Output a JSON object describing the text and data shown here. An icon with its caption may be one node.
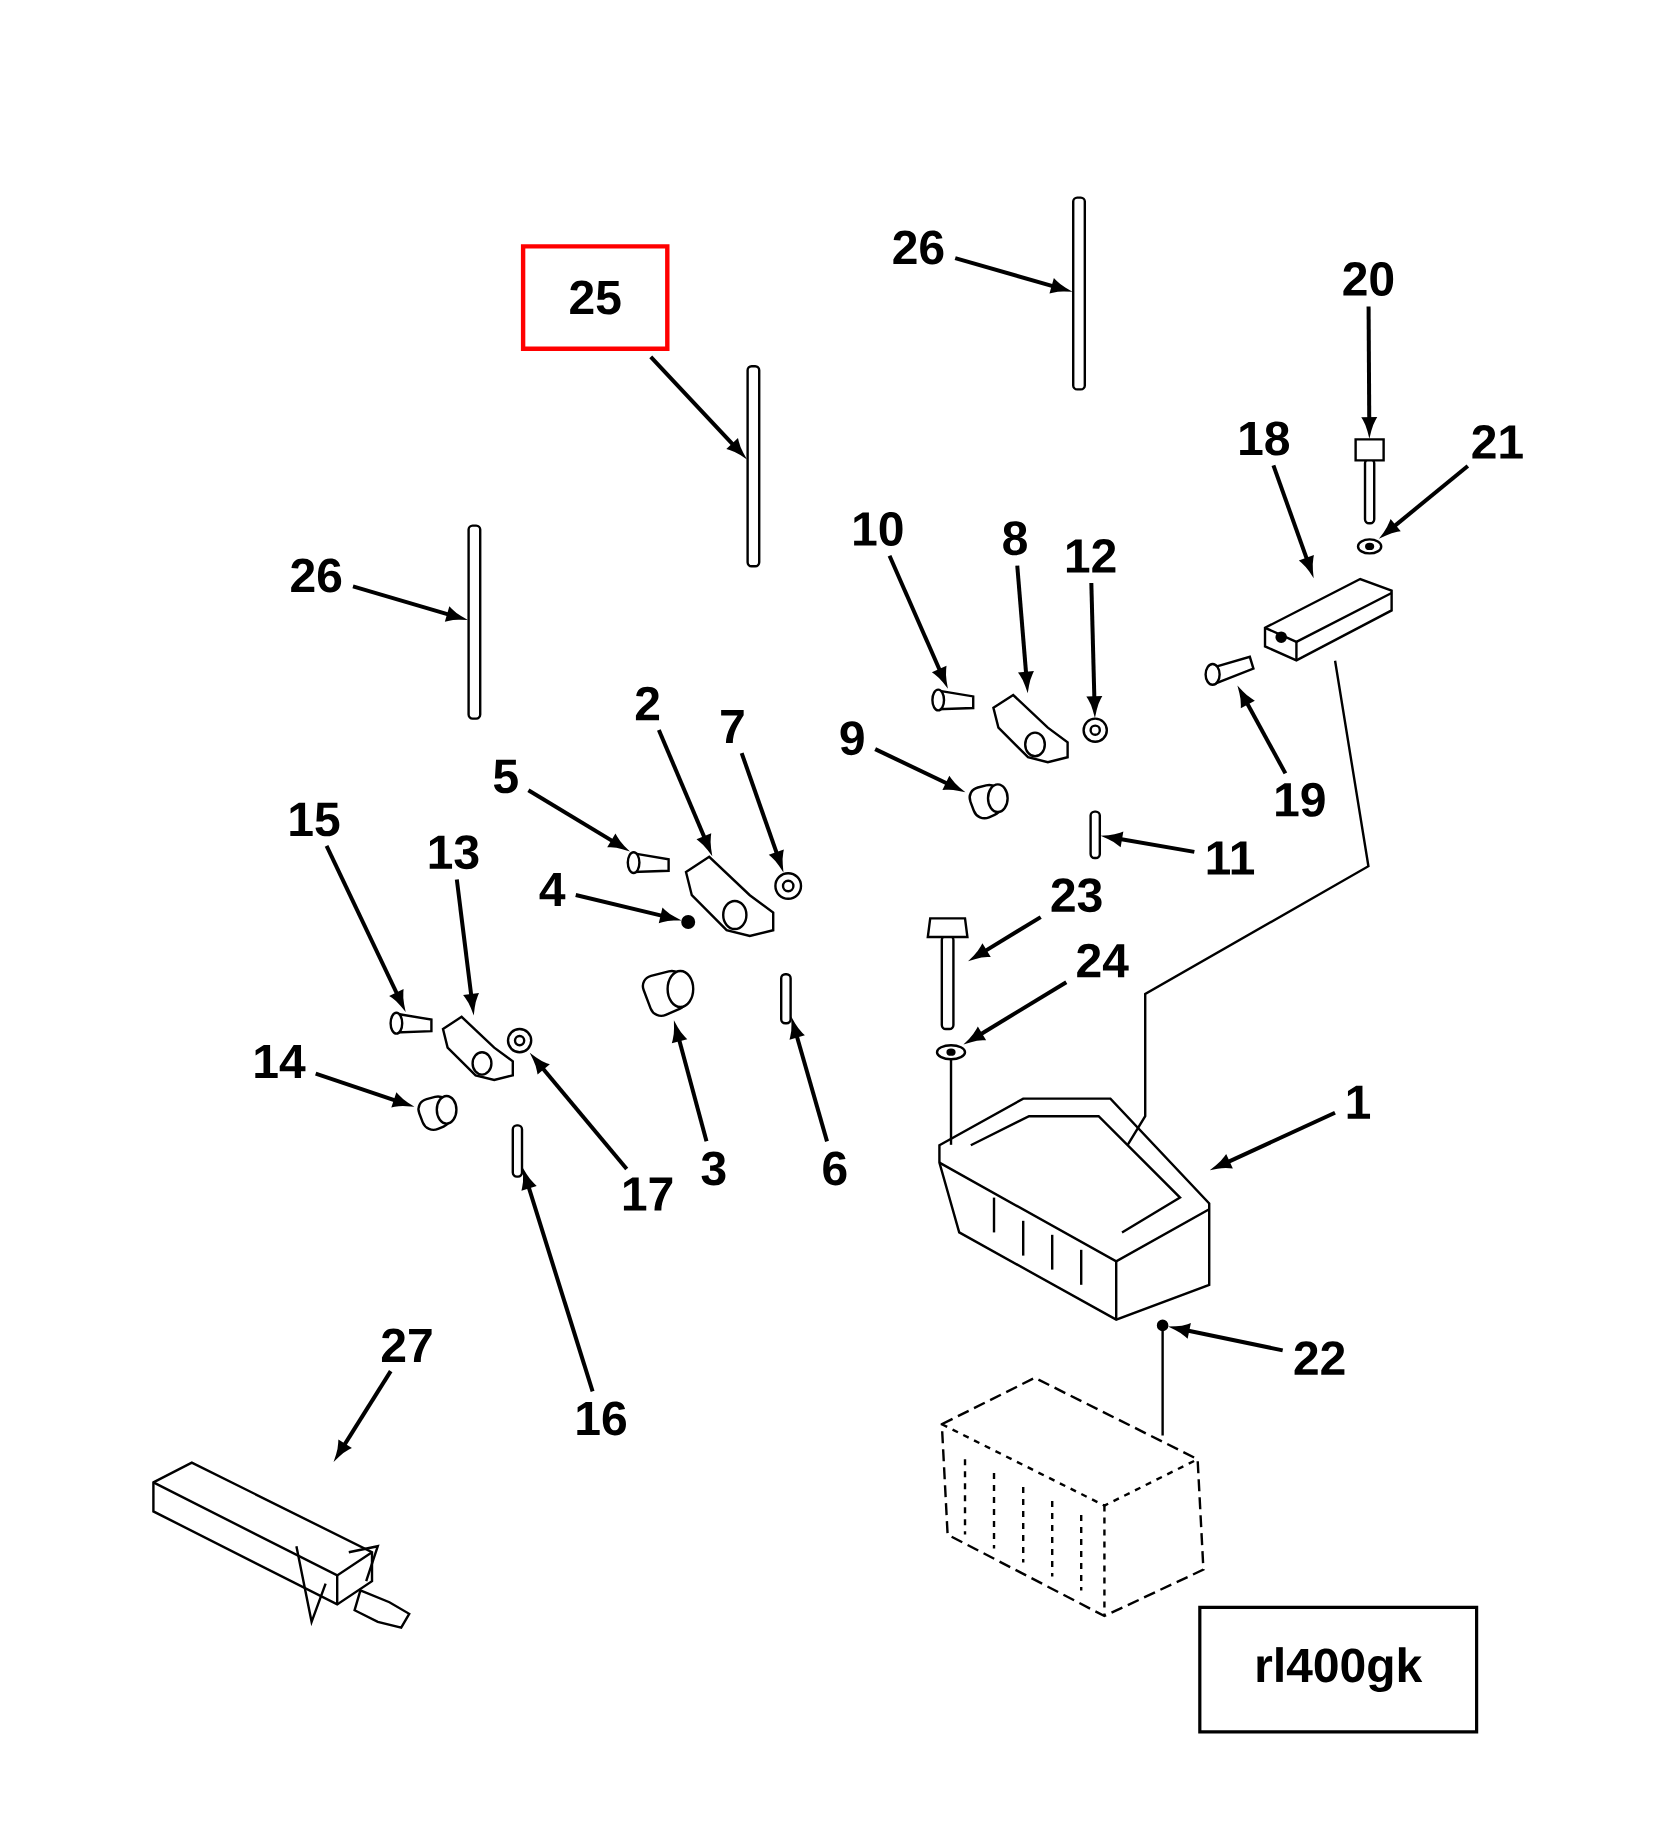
{
  "diagram": {
    "nodes": [
      {
        "text": [
          "26"
        ]
      },
      {
        "text": [
          "20"
        ]
      },
      {
        "text": [
          "25"
        ]
      },
      {
        "text": [
          "18"
        ]
      },
      {
        "text": [
          "21"
        ]
      },
      {
        "text": [
          "10"
        ]
      },
      {
        "text": [
          "8"
        ]
      },
      {
        "text": [
          "12"
        ]
      },
      {
        "text": [
          "26"
        ]
      },
      {
        "text": [
          "2"
        ]
      },
      {
        "text": [
          "7"
        ]
      },
      {
        "text": [
          "9"
        ]
      },
      {
        "text": [
          "5"
        ]
      },
      {
        "text": [
          "19"
        ]
      },
      {
        "text": [
          "15"
        ]
      },
      {
        "text": [
          "13"
        ]
      },
      {
        "text": [
          "11"
        ]
      },
      {
        "text": [
          "4"
        ]
      },
      {
        "text": [
          "23"
        ]
      },
      {
        "text": [
          "24"
        ]
      },
      {
        "text": [
          "14"
        ]
      },
      {
        "text": [
          "1"
        ]
      },
      {
        "text": [
          "3"
        ]
      },
      {
        "text": [
          "6"
        ]
      },
      {
        "text": [
          "17"
        ]
      },
      {
        "text": [
          "27"
        ]
      },
      {
        "text": [
          "22"
        ]
      },
      {
        "text": [
          "16"
        ]
      },
      {
        "text": [
          "rl400gk"
        ]
      },
      {
        "text": [],
        "shape": "bar"
      },
      {
        "text": [],
        "shape": "picture"
      },
      {
        "text": [],
        "shape": "bar"
      },
      {
        "text": [],
        "shape": "picture"
      },
      {
        "text": [],
        "shape": "picture"
      },
      {
        "text": [],
        "shape": "bar"
      },
      {
        "text": [],
        "shape": "bolt"
      },
      {
        "text": [],
        "shape": "picture"
      },
      {
        "text": [],
        "shape": "picture"
      },
      {
        "text": [],
        "shape": "picture"
      },
      {
        "text": [],
        "shape": "cylinder"
      },
      {
        "text": [],
        "shape": "bar"
      },
      {
        "text": [],
        "shape": "bolt"
      },
      {
        "text": [],
        "shape": "picture"
      },
      {
        "text": [],
        "shape": "picture"
      },
      {
        "text": [],
        "shape": "circle"
      },
      {
        "text": [],
        "shape": "picture"
      },
      {
        "text": [],
        "shape": "cylinder"
      },
      {
        "text": [],
        "shape": "bar"
      },
      {
        "text": [],
        "shape": "bolt"
      },
      {
        "text": [],
        "shape": "picture"
      },
      {
        "text": [],
        "shape": "picture"
      },
      {
        "text": [],
        "shape": "picture"
      },
      {
        "text": [],
        "shape": "cylinder"
      },
      {
        "text": [],
        "shape": "bar"
      },
      {
        "text": [],
        "shape": "picture"
      },
      {
        "text": [],
        "shape": "circle"
      },
      {
        "text": [],
        "shape": "picture"
      },
      {
        "text": [],
        "shape": "picture"
      }
    ],
    "edges": [
      {
        "from": 0,
        "to": 29,
        "arrow": "to"
      },
      {
        "from": 1,
        "to": 30,
        "arrow": "to"
      },
      {
        "from": 2,
        "to": 31,
        "arrow": "to"
      },
      {
        "from": 3,
        "to": 32,
        "arrow": "to"
      },
      {
        "from": 4,
        "to": 33,
        "arrow": "to"
      },
      {
        "from": 5,
        "to": 35,
        "arrow": "to"
      },
      {
        "from": 6,
        "to": 36,
        "arrow": "to"
      },
      {
        "from": 7,
        "to": 37,
        "arrow": "to"
      },
      {
        "from": 8,
        "to": 34,
        "arrow": "to"
      },
      {
        "from": 9,
        "to": 42,
        "arrow": "to"
      },
      {
        "from": 10,
        "to": 43,
        "arrow": "to"
      },
      {
        "from": 11,
        "to": 39,
        "arrow": "to"
      },
      {
        "from": 12,
        "to": 41,
        "arrow": "to"
      },
      {
        "from": 13,
        "to": 38,
        "arrow": "to"
      },
      {
        "from": 14,
        "to": 48,
        "arrow": "to"
      },
      {
        "from": 15,
        "to": 49,
        "arrow": "to"
      },
      {
        "from": 16,
        "to": 40,
        "arrow": "to"
      },
      {
        "from": 17,
        "to": 44,
        "arrow": "to"
      },
      {
        "from": 18,
        "to": 45,
        "arrow": "to"
      },
      {
        "from": 19,
        "to": 51,
        "arrow": "to"
      },
      {
        "from": 20,
        "to": 52,
        "arrow": "to"
      },
      {
        "from": 21,
        "to": 54,
        "arrow": "to"
      },
      {
        "from": 22,
        "to": 46,
        "arrow": "to"
      },
      {
        "from": 23,
        "to": 47,
        "arrow": "to"
      },
      {
        "from": 24,
        "to": 50,
        "arrow": "to"
      },
      {
        "from": 25,
        "to": 57,
        "arrow": "to"
      },
      {
        "from": 26,
        "to": 55,
        "arrow": "to"
      },
      {
        "from": 27,
        "to": 53,
        "arrow": "to"
      },
      {
        "from": 32,
        "to": 54,
        "arrow": "none"
      },
      {
        "from": 51,
        "to": 54,
        "arrow": "none"
      },
      {
        "from": 55,
        "to": 56,
        "arrow": "none"
      }
    ]
  }
}
